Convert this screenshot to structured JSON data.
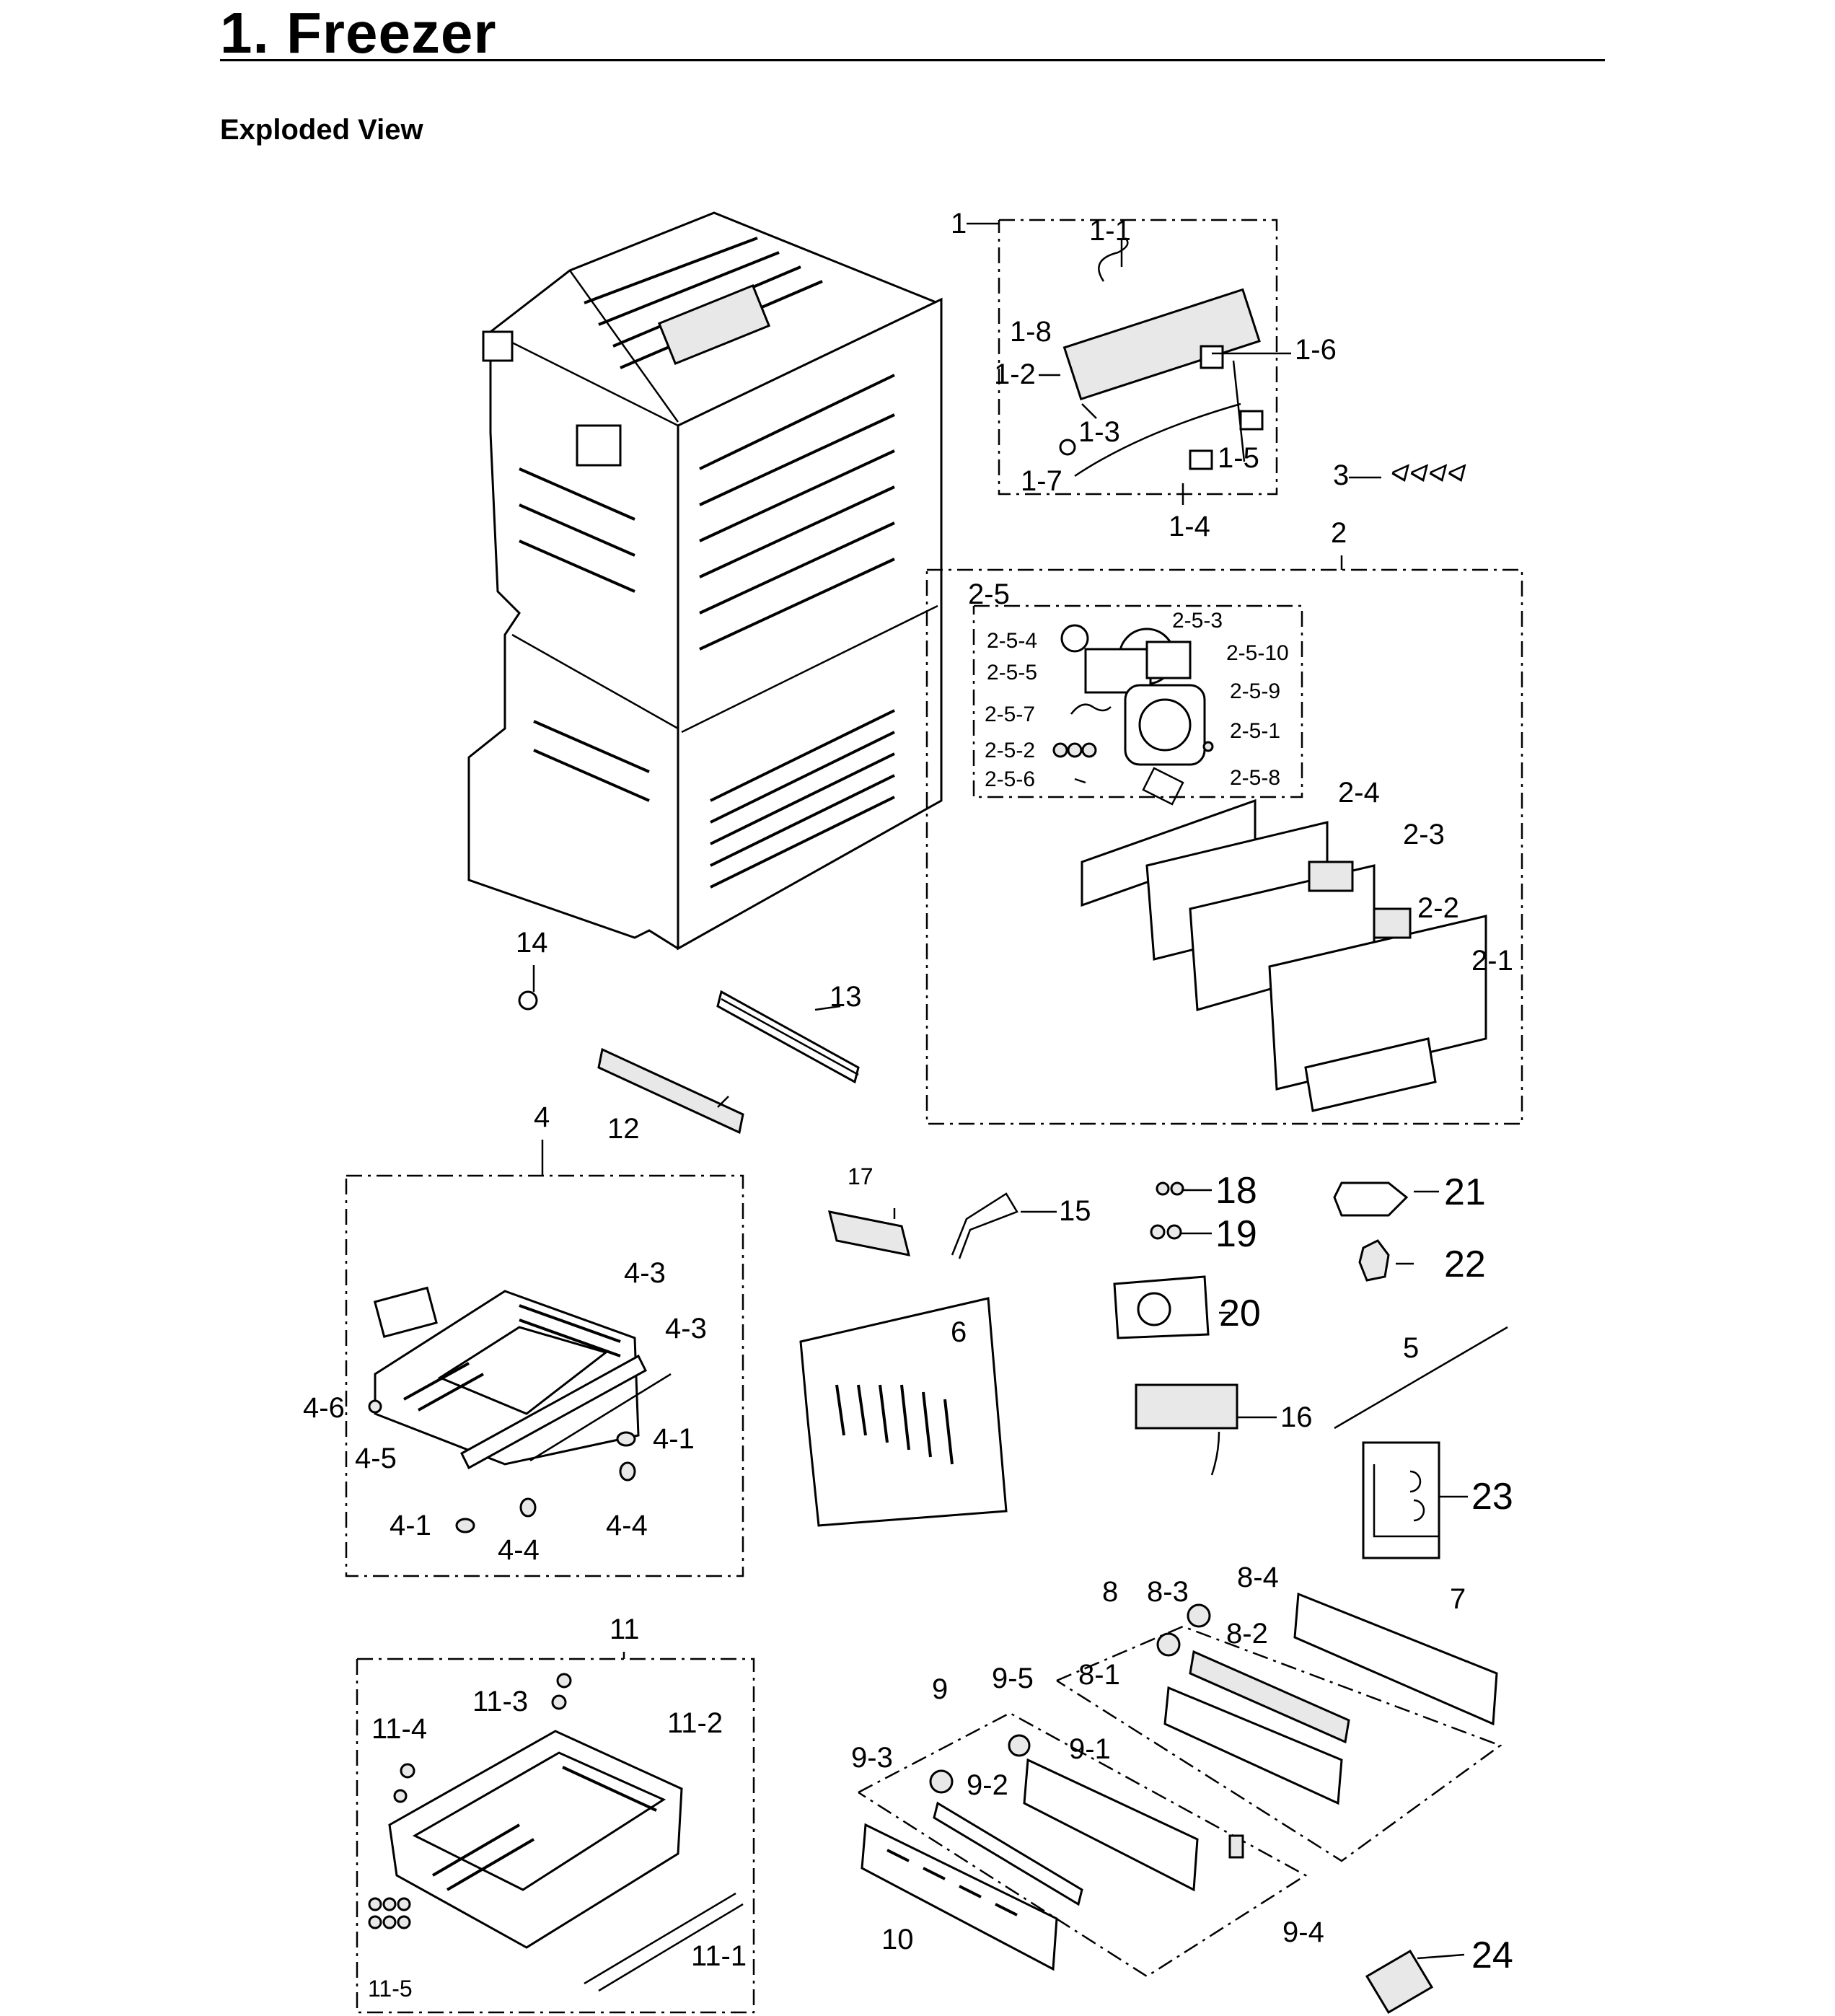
{
  "header": {
    "title": "1.  Freezer",
    "subtitle": "Exploded View"
  },
  "callouts": {
    "c1": "1",
    "c1_1": "1-1",
    "c1_2": "1-2",
    "c1_3": "1-3",
    "c1_4": "1-4",
    "c1_5": "1-5",
    "c1_6": "1-6",
    "c1_7": "1-7",
    "c1_8": "1-8",
    "c2": "2",
    "c2_1": "2-1",
    "c2_2": "2-2",
    "c2_3": "2-3",
    "c2_4": "2-4",
    "c2_5": "2-5",
    "c2_5_1": "2-5-1",
    "c2_5_2": "2-5-2",
    "c2_5_3": "2-5-3",
    "c2_5_4": "2-5-4",
    "c2_5_5": "2-5-5",
    "c2_5_6": "2-5-6",
    "c2_5_7": "2-5-7",
    "c2_5_8": "2-5-8",
    "c2_5_9": "2-5-9",
    "c2_5_10": "2-5-10",
    "c3": "3",
    "c4": "4",
    "c4_1a": "4-1",
    "c4_1b": "4-1",
    "c4_3a": "4-3",
    "c4_3b": "4-3",
    "c4_4a": "4-4",
    "c4_4b": "4-4",
    "c4_5": "4-5",
    "c4_6": "4-6",
    "c5": "5",
    "c6": "6",
    "c7": "7",
    "c8": "8",
    "c8_1": "8-1",
    "c8_2": "8-2",
    "c8_3": "8-3",
    "c8_4": "8-4",
    "c9": "9",
    "c9_1": "9-1",
    "c9_2": "9-2",
    "c9_3": "9-3",
    "c9_4": "9-4",
    "c9_5": "9-5",
    "c10": "10",
    "c11": "11",
    "c11_1": "11-1",
    "c11_2": "11-2",
    "c11_3": "11-3",
    "c11_4": "11-4",
    "c11_5": "11-5",
    "c12": "12",
    "c13": "13",
    "c14": "14",
    "c15": "15",
    "c16": "16",
    "c17": "17",
    "c18": "18",
    "c19": "19",
    "c20": "20",
    "c21": "21",
    "c22": "22",
    "c23": "23",
    "c24": "24"
  }
}
